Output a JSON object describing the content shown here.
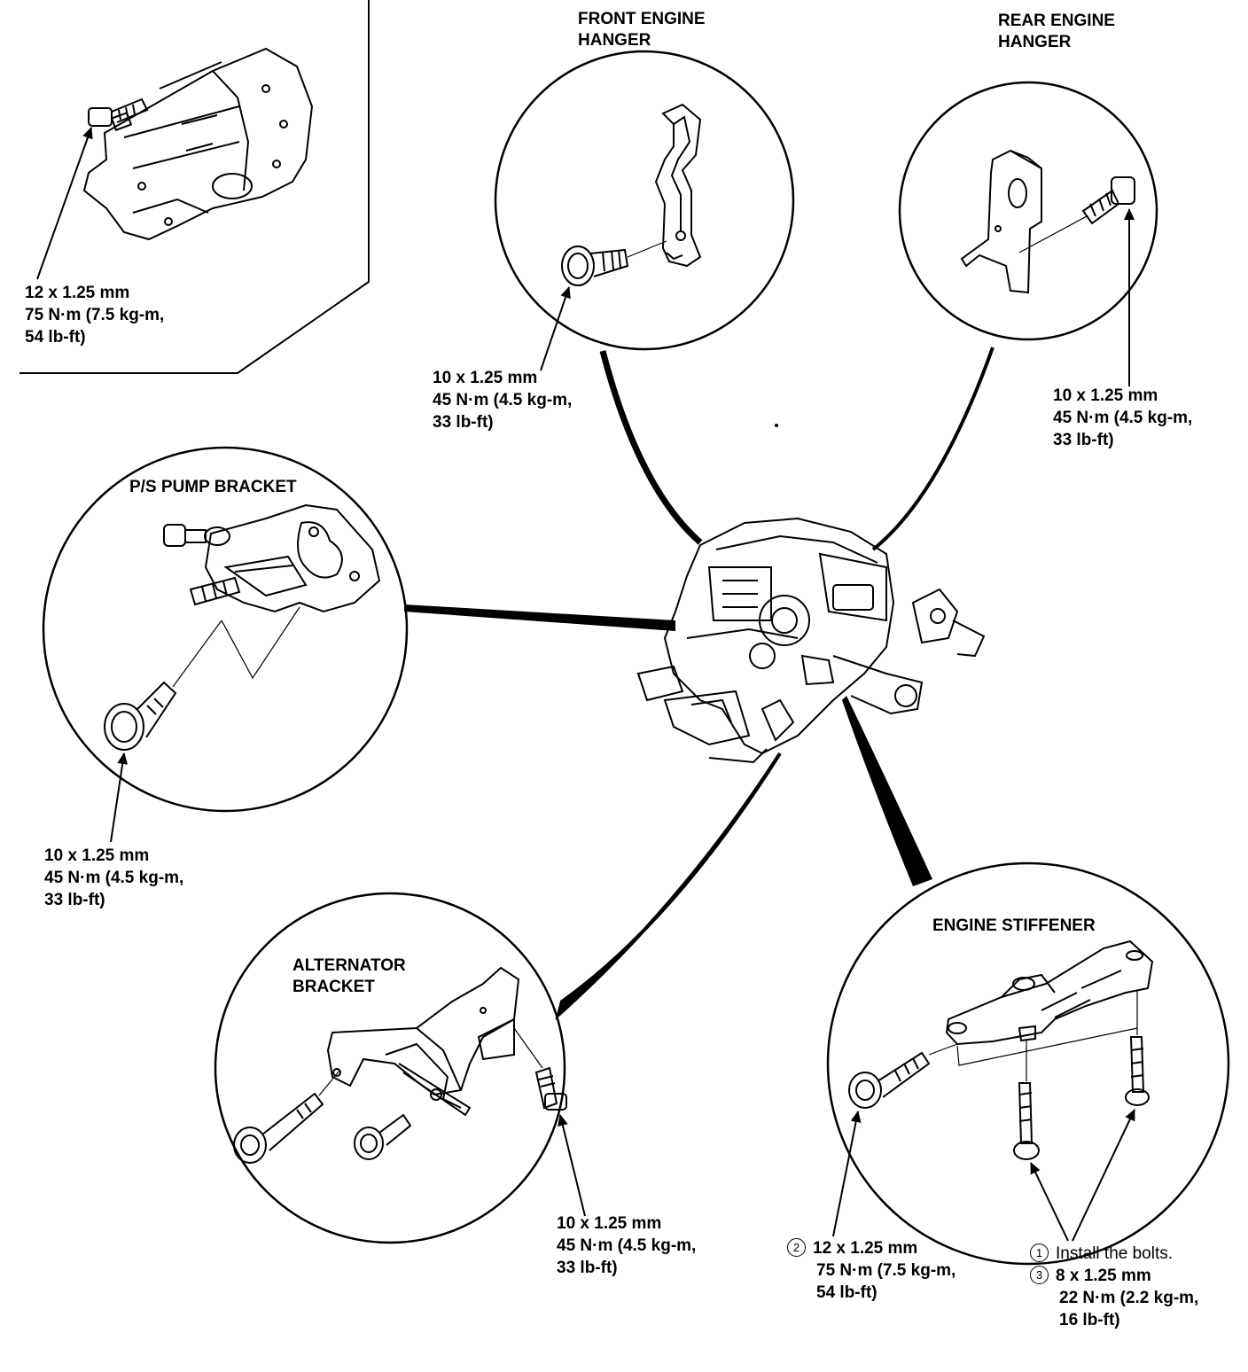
{
  "components": {
    "transmission": {
      "spec": [
        "12 x 1.25 mm",
        "75 N·m (7.5 kg-m,",
        "54 lb-ft)"
      ]
    },
    "front_engine_hanger": {
      "title": [
        "FRONT ENGINE",
        "HANGER"
      ],
      "spec": [
        "10 x 1.25 mm",
        "45 N·m (4.5 kg-m,",
        "33 lb-ft)"
      ]
    },
    "rear_engine_hanger": {
      "title": [
        "REAR ENGINE",
        "HANGER"
      ],
      "spec": [
        "10 x 1.25 mm",
        "45 N·m (4.5 kg-m,",
        "33 lb-ft)"
      ]
    },
    "ps_pump_bracket": {
      "title": "P/S PUMP BRACKET",
      "spec": [
        "10 x 1.25 mm",
        "45 N·m (4.5 kg-m,",
        "33 lb-ft)"
      ]
    },
    "alternator_bracket": {
      "title": [
        "ALTERNATOR",
        "BRACKET"
      ],
      "spec": [
        "10 x 1.25 mm",
        "45 N·m (4.5 kg-m,",
        "33 lb-ft)"
      ]
    },
    "engine_stiffener": {
      "title": "ENGINE STIFFENER",
      "spec_2": {
        "step": "2",
        "lines": [
          "12 x 1.25 mm",
          "75 N·m (7.5 kg-m,",
          "54 lb-ft)"
        ]
      },
      "spec_1": {
        "step": "1",
        "text": "Install the bolts."
      },
      "spec_3": {
        "step": "3",
        "lines": [
          "8 x 1.25 mm",
          "22 N·m (2.2 kg-m,",
          "16 lb-ft)"
        ]
      }
    }
  }
}
